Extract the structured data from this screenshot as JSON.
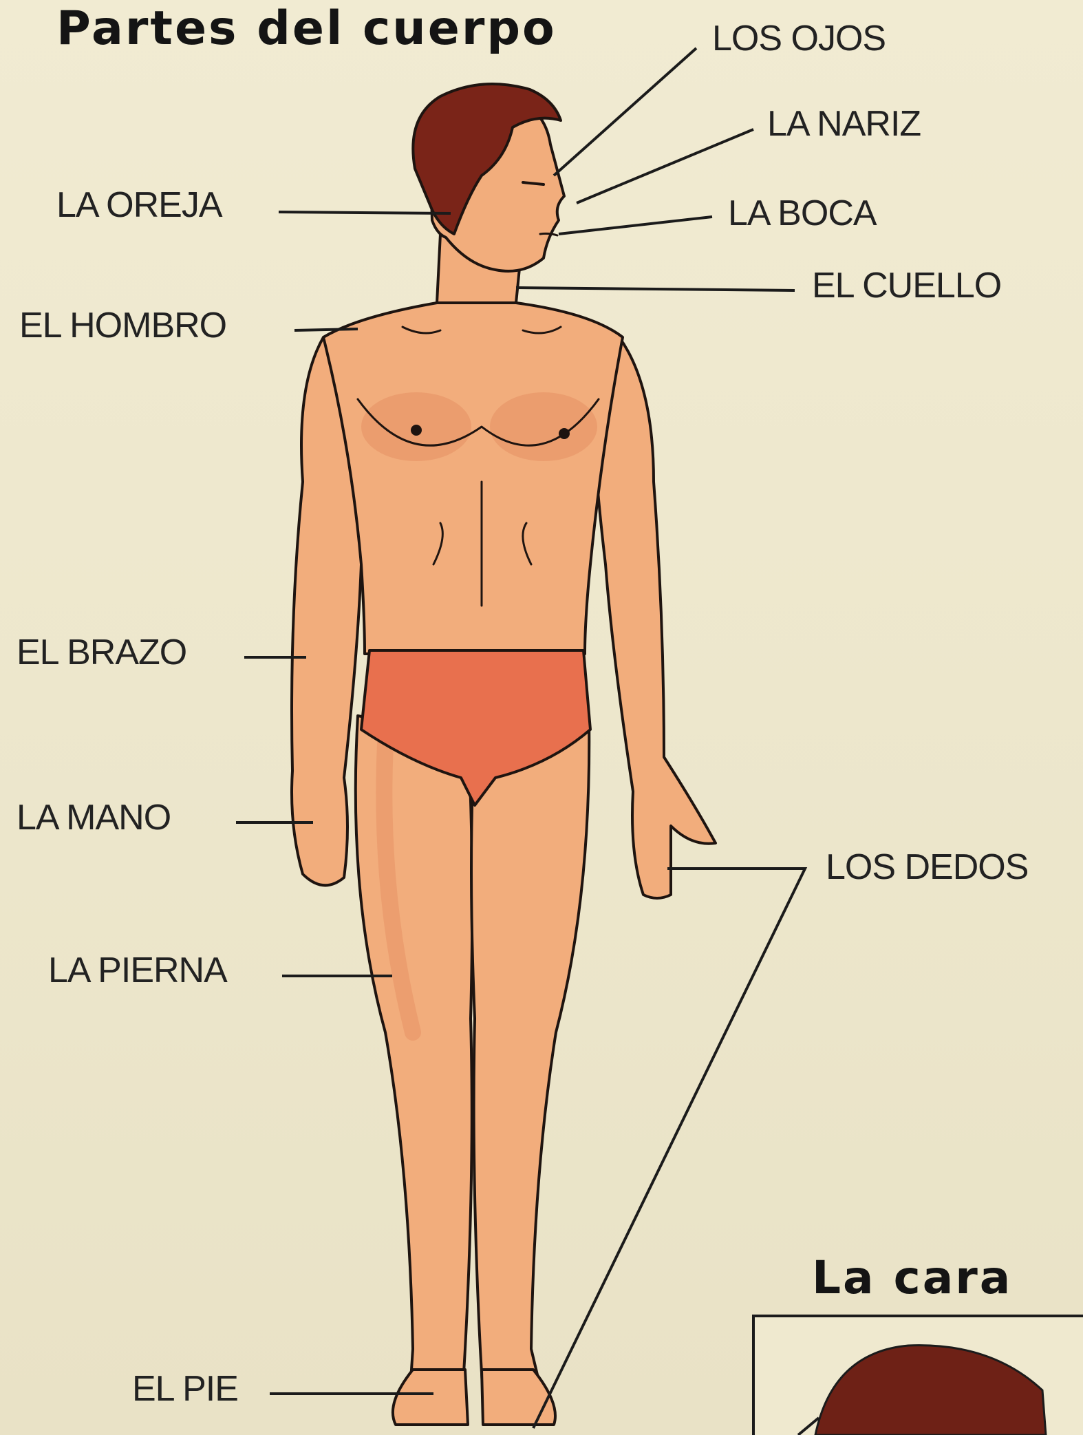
{
  "titles": {
    "main": "Partes del cuerpo",
    "face": "La cara"
  },
  "labels": {
    "ojos": "LOS OJOS",
    "nariz": "LA NARIZ",
    "boca": "LA BOCA",
    "cuello": "EL CUELLO",
    "oreja": "LA OREJA",
    "hombro": "EL HOMBRO",
    "brazo": "EL BRAZO",
    "mano": "LA MANO",
    "dedos": "LOS DEDOS",
    "pierna": "LA PIERNA",
    "pie": "EL PIE"
  },
  "colors": {
    "paper": "#efe9cf",
    "skin": "#f2ad7c",
    "skin_shade": "#e58f62",
    "hair": "#7a2418",
    "briefs": "#e8704e",
    "outline": "#1e1410",
    "leader_line": "#1b1b1b"
  }
}
